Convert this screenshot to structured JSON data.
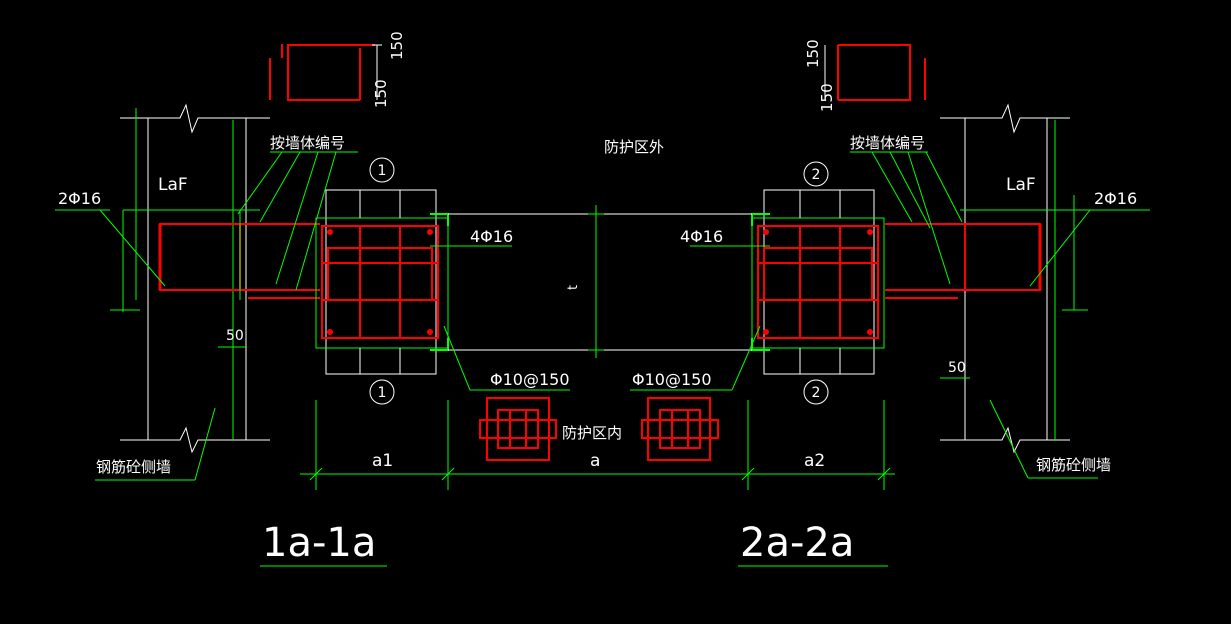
{
  "colors": {
    "background": "#000000",
    "line_white": "#ffffff",
    "line_green": "#00ff00",
    "rebar_red": "#ff0000"
  },
  "labels": {
    "left_dim_top": "150",
    "left_dim_side": "150",
    "right_dim_top": "150",
    "right_dim_side": "150",
    "left_wall_note": "按墙体编号",
    "right_wall_note": "按墙体编号",
    "outside_zone": "防护区外",
    "inside_zone": "防护区内",
    "left_laf": "LaF",
    "right_laf": "LaF",
    "left_side_bar": "2Φ16",
    "right_side_bar": "2Φ16",
    "left_main_bar": "4Φ16",
    "right_main_bar": "4Φ16",
    "left_stirrup": "Φ10@150",
    "right_stirrup": "Φ10@150",
    "left_cover": "50",
    "right_cover": "50",
    "left_side_wall": "钢筋砼侧墙",
    "right_side_wall": "钢筋砼侧墙",
    "dim_a1": "a1",
    "dim_a": "a",
    "dim_a2": "a2",
    "thickness_t": "t",
    "section_left_top": "1",
    "section_left_bottom": "1",
    "section_right_top": "2",
    "section_right_bottom": "2",
    "title_left": "1a-1a",
    "title_right": "2a-2a"
  }
}
